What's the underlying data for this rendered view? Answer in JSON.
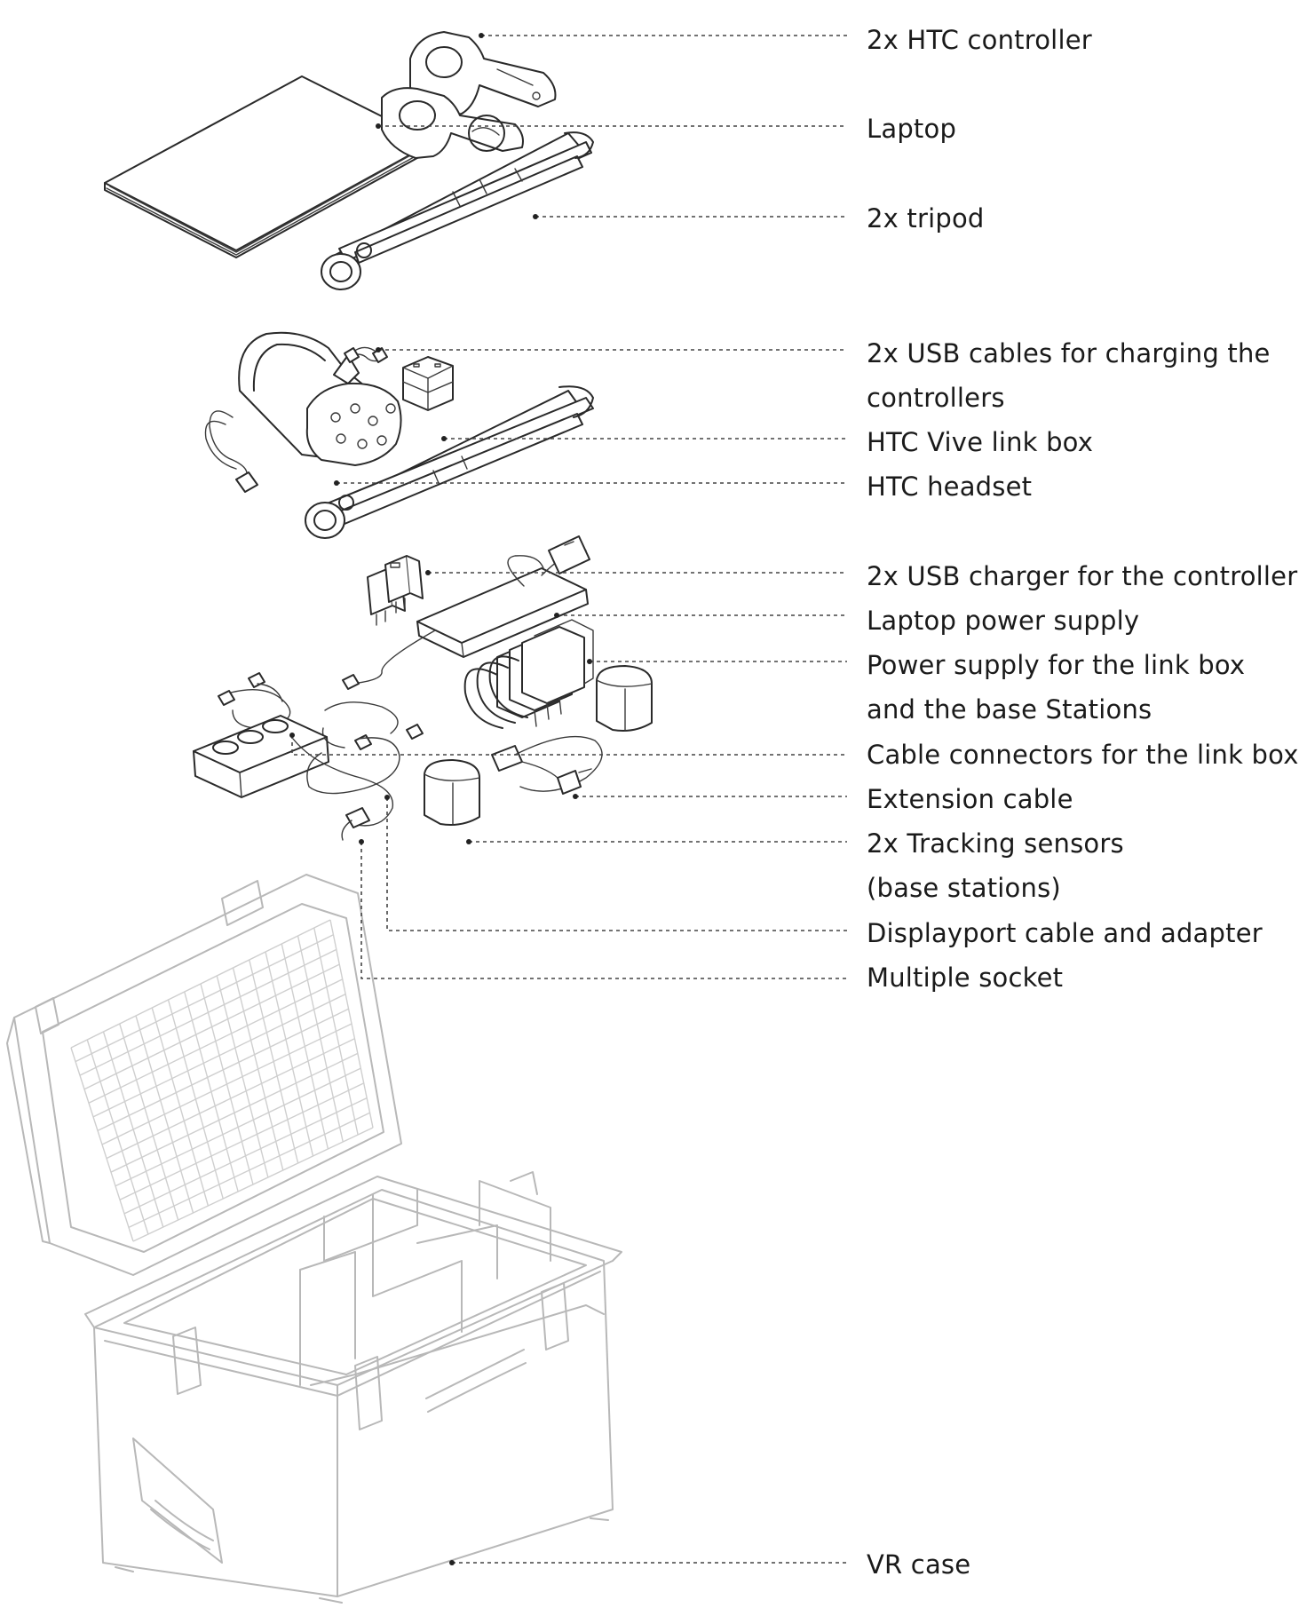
{
  "labels": [
    {
      "id": "htc-controller",
      "text": "2x HTC controller"
    },
    {
      "id": "laptop",
      "text": "Laptop"
    },
    {
      "id": "tripod",
      "text": "2x tripod"
    },
    {
      "id": "usb-cables-1",
      "text": "2x USB cables for charging the"
    },
    {
      "id": "usb-cables-2",
      "text": "controllers"
    },
    {
      "id": "link-box",
      "text": "HTC Vive link box"
    },
    {
      "id": "headset",
      "text": "HTC headset"
    },
    {
      "id": "usb-charger",
      "text": "2x USB charger for the controller"
    },
    {
      "id": "laptop-power",
      "text": "Laptop power supply"
    },
    {
      "id": "power-supply-1",
      "text": "Power supply for the link box"
    },
    {
      "id": "power-supply-2",
      "text": "and the base Stations"
    },
    {
      "id": "cable-connectors",
      "text": "Cable connectors for the link box"
    },
    {
      "id": "extension-cable",
      "text": "Extension cable"
    },
    {
      "id": "tracking-sensors-1",
      "text": "2x Tracking sensors"
    },
    {
      "id": "tracking-sensors-2",
      "text": "(base stations)"
    },
    {
      "id": "displayport",
      "text": "Displayport cable and adapter"
    },
    {
      "id": "multiple-socket",
      "text": "Multiple socket"
    },
    {
      "id": "vr-case",
      "text": "VR case"
    }
  ]
}
